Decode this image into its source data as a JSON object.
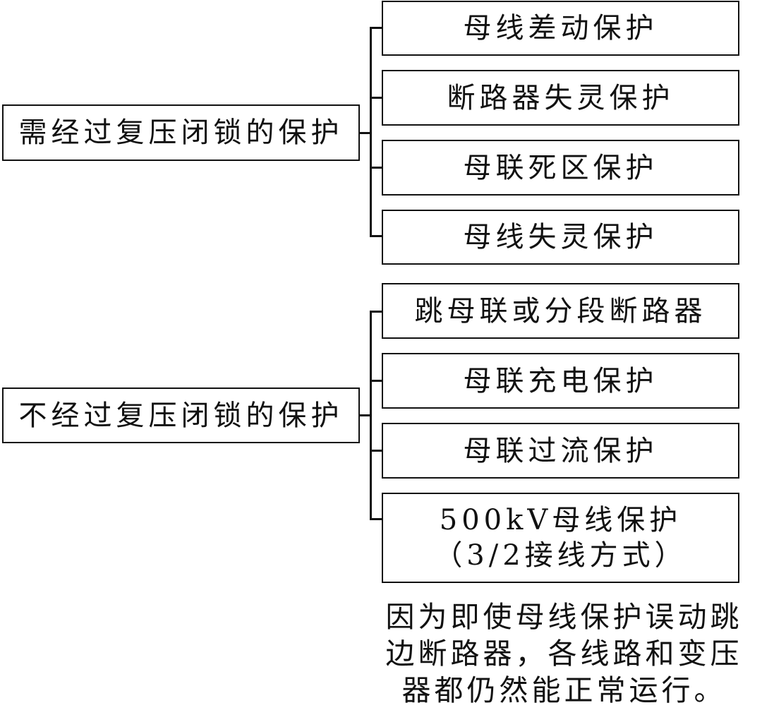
{
  "group_with_lock": {
    "label": "需经过复压闭锁的保护",
    "items": [
      "母线差动保护",
      "断路器失灵保护",
      "母联死区保护",
      "母线失灵保护"
    ]
  },
  "group_without_lock": {
    "label": "不经过复压闭锁的保护",
    "items": [
      "跳母联或分段断路器",
      "母联充电保护",
      "母联过流保护"
    ],
    "last_item": {
      "line1": "500kV母线保护",
      "line2": "（3/2接线方式）"
    }
  },
  "note": {
    "line1": "因为即使母线保护误动跳",
    "line2": "边断路器，各线路和变压",
    "line3": "器都仍然能正常运行。"
  }
}
